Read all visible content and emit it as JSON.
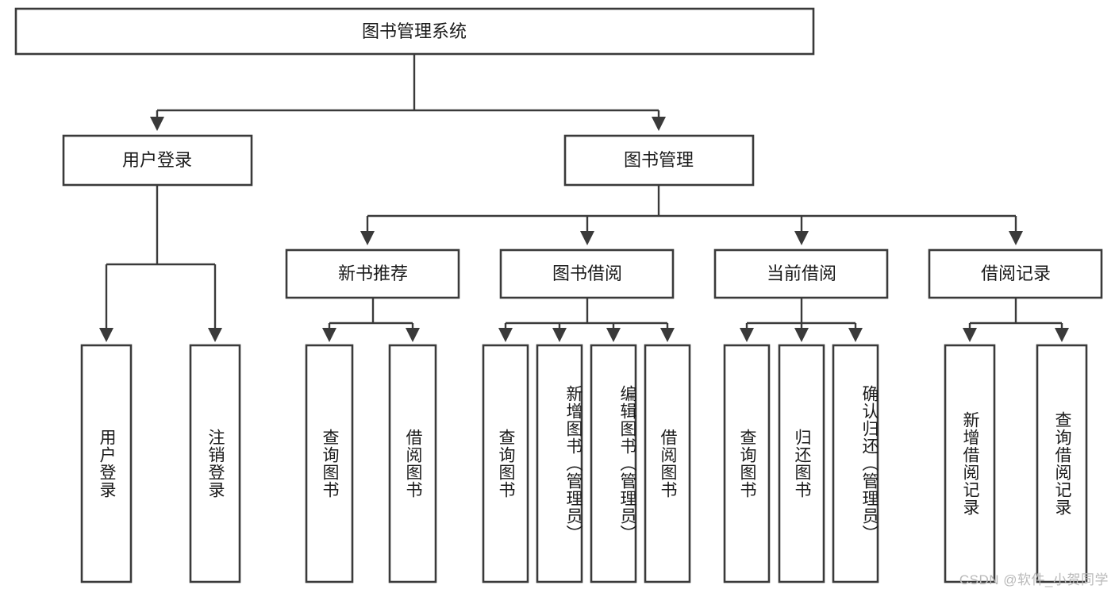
{
  "diagram": {
    "type": "tree-hierarchy-chart",
    "title_node": {
      "label": "图书管理系统",
      "level": 0
    },
    "level1": [
      {
        "id": "user-login",
        "label": "用户登录"
      },
      {
        "id": "book-management",
        "label": "图书管理"
      }
    ],
    "level2": [
      {
        "id": "new-book-recommend",
        "label": "新书推荐",
        "parent": "book-management"
      },
      {
        "id": "book-borrow",
        "label": "图书借阅",
        "parent": "book-management"
      },
      {
        "id": "current-borrow",
        "label": "当前借阅",
        "parent": "book-management"
      },
      {
        "id": "borrow-record",
        "label": "借阅记录",
        "parent": "book-management"
      }
    ],
    "leaves": {
      "user-login": [
        {
          "id": "leaf-user-login",
          "label": "用户登录"
        },
        {
          "id": "leaf-user-logout",
          "label": "注销登录"
        }
      ],
      "new-book-recommend": [
        {
          "id": "leaf-query-book-1",
          "label": "查询图书"
        },
        {
          "id": "leaf-borrow-book-1",
          "label": "借阅图书"
        }
      ],
      "book-borrow": [
        {
          "id": "leaf-query-book-2",
          "label": "查询图书"
        },
        {
          "id": "leaf-add-book",
          "label": "新增图书（管理员）"
        },
        {
          "id": "leaf-edit-book",
          "label": "编辑图书（管理员）"
        },
        {
          "id": "leaf-borrow-book-2",
          "label": "借阅图书"
        }
      ],
      "current-borrow": [
        {
          "id": "leaf-query-book-3",
          "label": "查询图书"
        },
        {
          "id": "leaf-return-book",
          "label": "归还图书"
        },
        {
          "id": "leaf-confirm-return",
          "label": "确认归还（管理员）"
        }
      ],
      "borrow-record": [
        {
          "id": "leaf-add-record",
          "label": "新增借阅记录"
        },
        {
          "id": "leaf-query-record",
          "label": "查询借阅记录"
        }
      ]
    },
    "colors": {
      "box_stroke": "#3a3a3a",
      "box_fill": "#ffffff",
      "connector": "#3a3a3a",
      "text": "#1a1a1a",
      "watermark": "#b9b9b9",
      "background": "#ffffff"
    }
  },
  "watermark": {
    "text": "CSDN @软件_小贺同学"
  }
}
